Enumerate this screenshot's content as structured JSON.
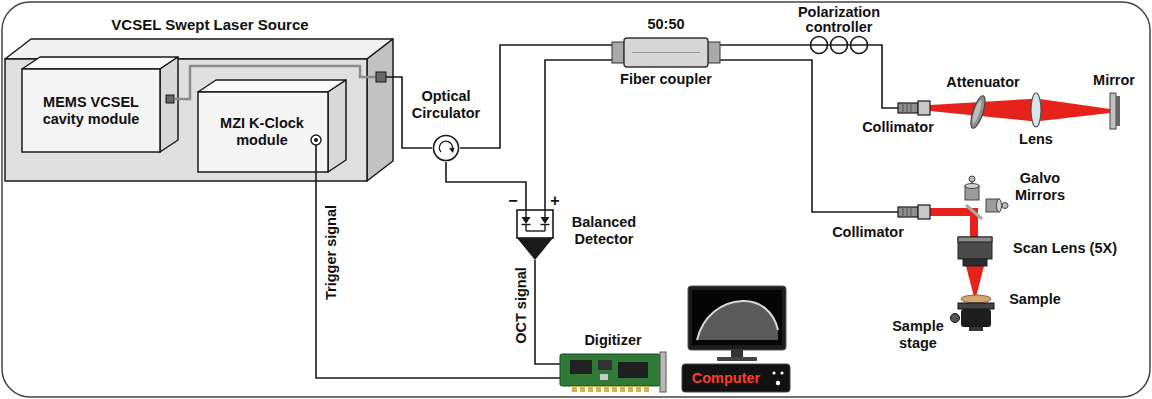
{
  "diagram": {
    "nodes": [
      {
        "text": [
          "VCSEL Swept Laser Source"
        ]
      },
      {
        "text": [
          "MEMS VCSEL cavity module"
        ],
        "in": 0
      },
      {
        "text": [
          "MZI K-Clock module"
        ],
        "in": 0
      },
      {
        "text": [
          "Optical Circulator"
        ]
      },
      {
        "text": [
          "50:50",
          "Fiber coupler"
        ]
      },
      {
        "text": [
          "Polarization controller"
        ]
      },
      {
        "text": [
          "Balanced Detector"
        ]
      },
      {
        "text": [
          "Collimator"
        ]
      },
      {
        "text": [
          "Collimator"
        ]
      },
      {
        "text": [
          "Digitizer"
        ]
      },
      {
        "text": [
          "Computer"
        ]
      }
    ],
    "edges": [
      {
        "from": 0,
        "to": 3,
        "arrow": "none"
      },
      {
        "from": 3,
        "to": 4,
        "arrow": "none"
      },
      {
        "from": 3,
        "to": 6,
        "arrow": "none"
      },
      {
        "from": 4,
        "to": 6,
        "arrow": "none"
      },
      {
        "from": 4,
        "to": 5,
        "arrow": "none"
      },
      {
        "from": 5,
        "to": 7,
        "arrow": "none"
      },
      {
        "from": 4,
        "to": 8,
        "arrow": "none"
      },
      {
        "from": 2,
        "to": 9,
        "label": "Trigger signal",
        "arrow": "none"
      },
      {
        "from": 6,
        "to": 9,
        "label": "OCT signal",
        "arrow": "none"
      }
    ],
    "labels": [
      "Attenuator",
      "Mirror",
      "Lens",
      "Galvo Mirrors",
      "Scan Lens (5X)",
      "Sample",
      "Sample stage",
      "−",
      "+"
    ]
  }
}
